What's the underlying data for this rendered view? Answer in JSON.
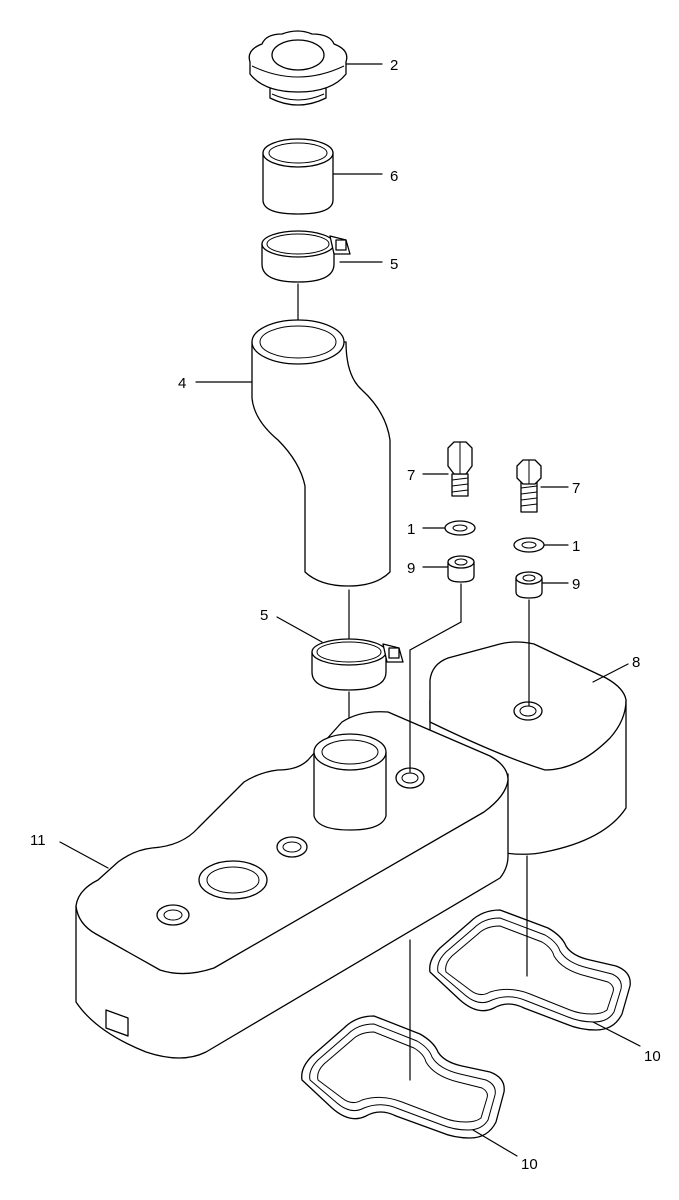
{
  "callouts": {
    "c1": "1",
    "c1b": "1",
    "c2": "2",
    "c4": "4",
    "c5": "5",
    "c5b": "5",
    "c6": "6",
    "c7": "7",
    "c7b": "7",
    "c8": "8",
    "c9": "9",
    "c9b": "9",
    "c10": "10",
    "c10b": "10",
    "c11": "11"
  }
}
